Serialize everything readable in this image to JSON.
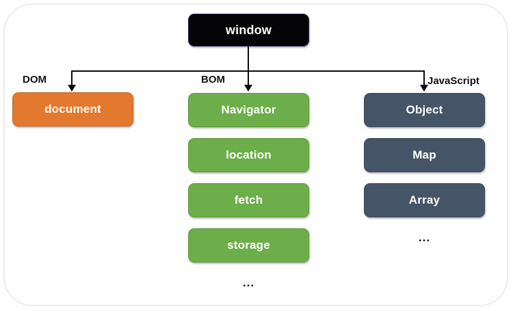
{
  "diagram": {
    "title_node": {
      "label": "window"
    },
    "groups": [
      {
        "caption": "DOM",
        "nodes": [
          {
            "label": "document"
          }
        ],
        "ellipsis": ""
      },
      {
        "caption": "BOM",
        "nodes": [
          {
            "label": "Navigator"
          },
          {
            "label": "location"
          },
          {
            "label": "fetch"
          },
          {
            "label": "storage"
          }
        ],
        "ellipsis": "..."
      },
      {
        "caption": "JavaScript",
        "nodes": [
          {
            "label": "Object"
          },
          {
            "label": "Map"
          },
          {
            "label": "Array"
          }
        ],
        "ellipsis": "..."
      }
    ],
    "colors": {
      "root": "#050507",
      "dom": "#e3792e",
      "bom": "#6cae49",
      "javascript": "#465468",
      "connector": "#0b0b0b",
      "frame": "#ececec",
      "node_text": "#ffffff",
      "caption_text": "#111111"
    }
  }
}
